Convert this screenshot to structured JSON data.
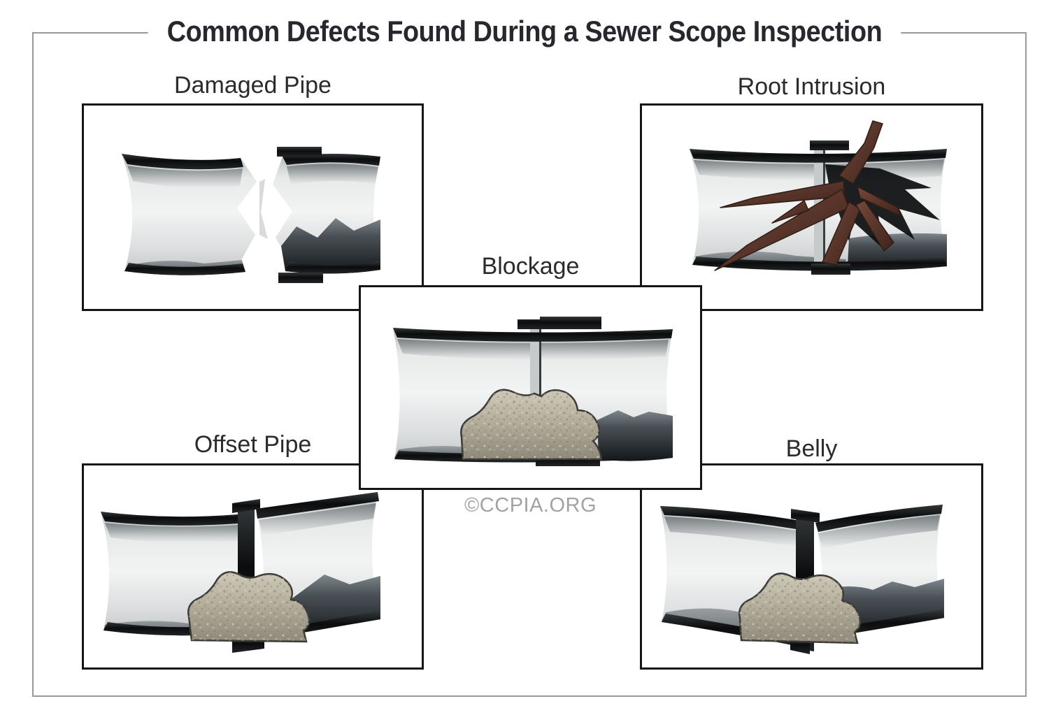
{
  "header": {
    "title": "Common Defects Found During a Sewer Scope Inspection",
    "watermark": "©CCPIA.ORG"
  },
  "panels": [
    {
      "label": "Damaged Pipe"
    },
    {
      "label": "Root Intrusion"
    },
    {
      "label": "Blockage"
    },
    {
      "label": "Offset Pipe"
    },
    {
      "label": "Belly"
    }
  ],
  "colors": {
    "outer_frame_border": "#9a9a9a",
    "panel_border": "#161616",
    "title_text": "#26282d",
    "label_text": "#2b2b2b",
    "watermark_text": "#a2a2a2",
    "pipe_rim_dark": "#0b0c0d",
    "pipe_body_light": "#f2f3f3",
    "water_shadow_dark": "#14171a",
    "root_brown": "#59352a",
    "rock_tan": "#b5ae9d",
    "background": "#ffffff"
  }
}
